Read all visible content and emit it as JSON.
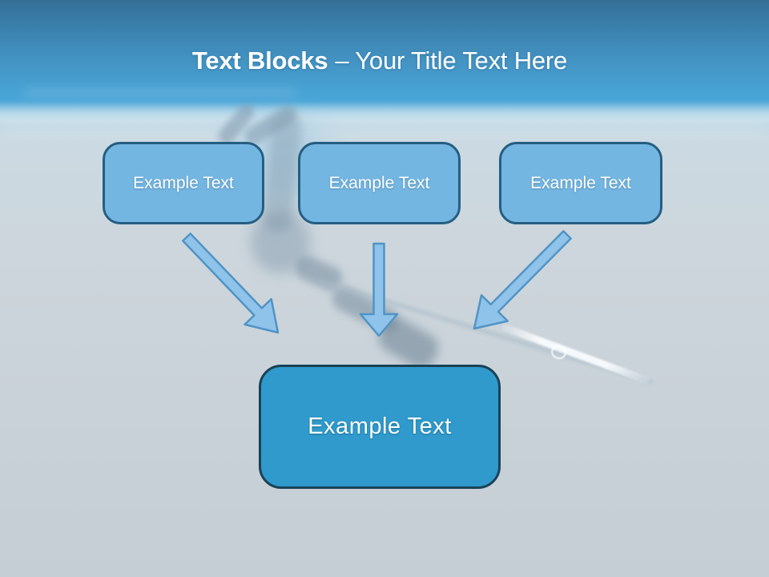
{
  "title": {
    "bold_text": "Text Blocks",
    "regular_text": "– Your Title Text Here"
  },
  "boxes": {
    "top": [
      {
        "label": "Example Text"
      },
      {
        "label": "Example Text"
      },
      {
        "label": "Example Text"
      }
    ],
    "center": {
      "label": "Example Text"
    }
  },
  "diagram": {
    "arrows": [
      {
        "name": "arrow-left",
        "from": "top-box-1",
        "to": "center-box"
      },
      {
        "name": "arrow-middle",
        "from": "top-box-2",
        "to": "center-box"
      },
      {
        "name": "arrow-right",
        "from": "top-box-3",
        "to": "center-box"
      }
    ]
  },
  "colors": {
    "title_text": "#ffffff",
    "band_top": "#346e95",
    "band_mid": "#4495c5",
    "band_bottom": "#4aa6d8",
    "canvas": "#cbd4da",
    "top_box_fill": "#74b6e2",
    "top_box_border": "#255e82",
    "top_box_text": "#ffffff",
    "center_box_fill": "#2f9acb",
    "center_box_border": "#1a4257",
    "center_box_text": "#ffffff",
    "arrow_fill": "#8fc3e9",
    "arrow_stroke": "#5094c6"
  }
}
